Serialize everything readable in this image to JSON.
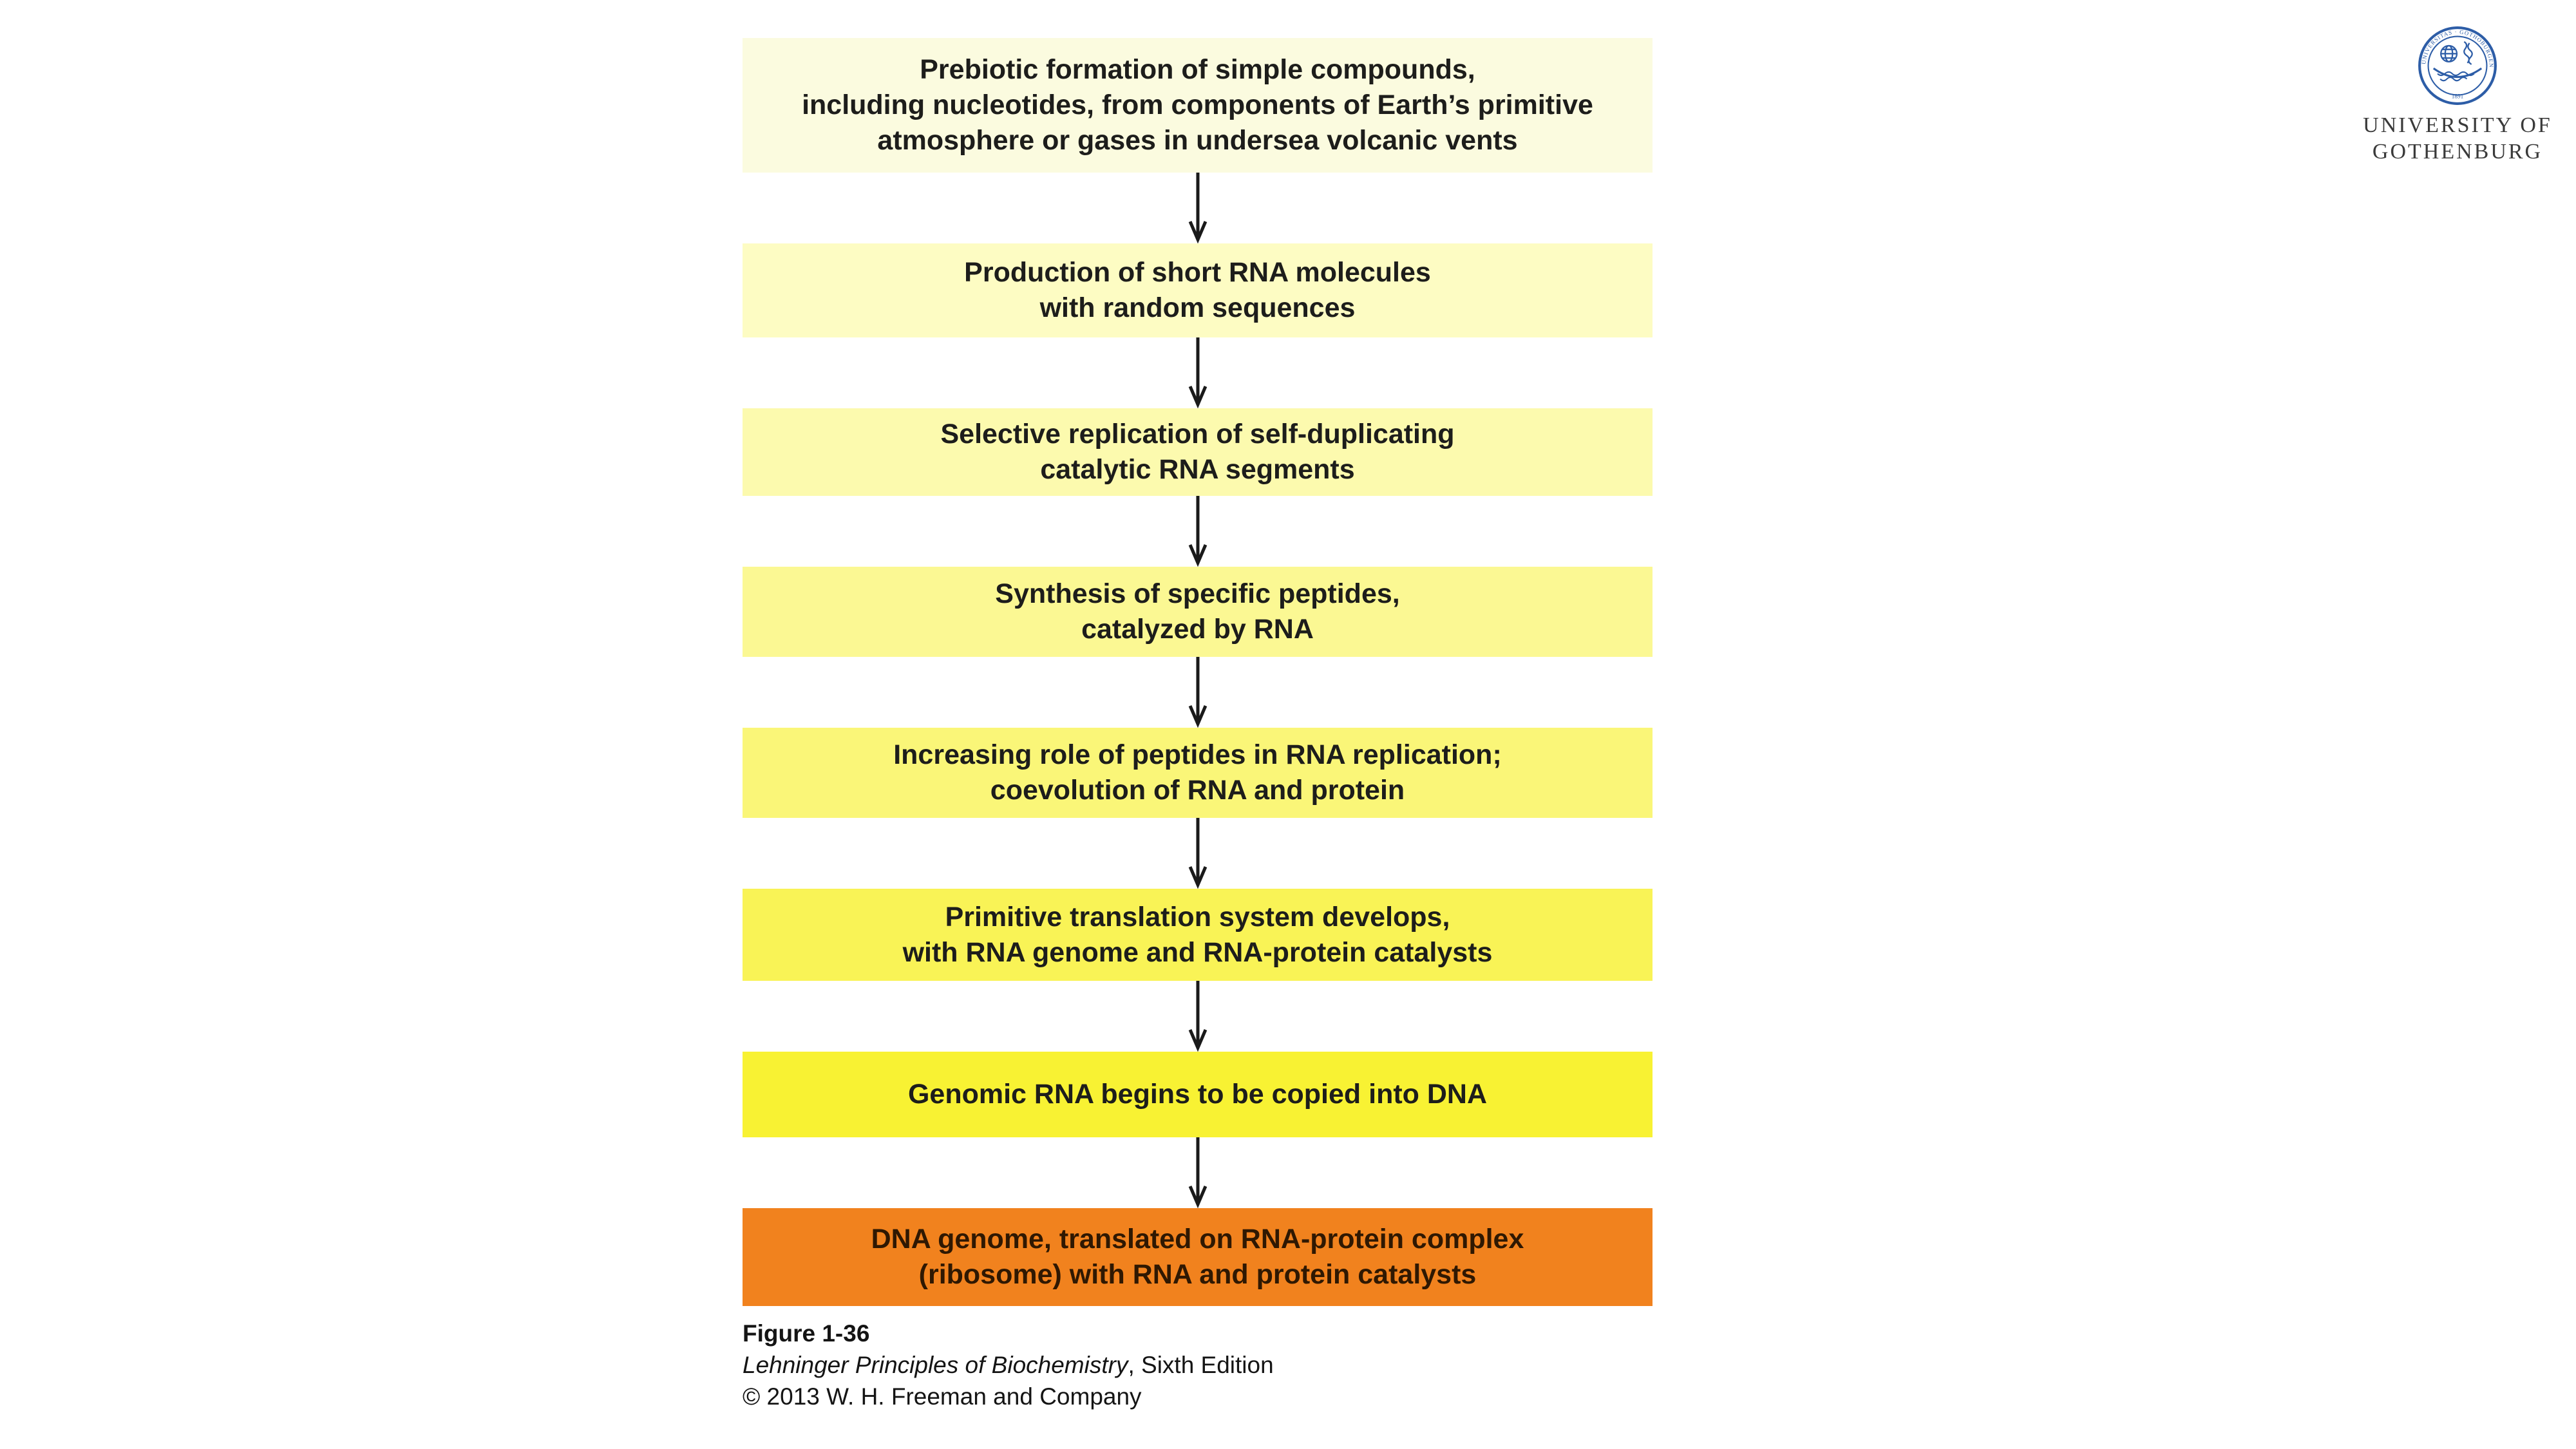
{
  "flowchart": {
    "arrow_color": "#1a1a1a",
    "boxes": [
      {
        "label": "Prebiotic formation of simple compounds,\nincluding nucleotides, from components of Earth’s primitive\natmosphere or gases in undersea volcanic vents",
        "bg": "#fbfbdf",
        "text_color": "#1d1d1b"
      },
      {
        "label": "Production of short RNA molecules\nwith random sequences",
        "bg": "#fdfcc3",
        "text_color": "#1d1d1b"
      },
      {
        "label": "Selective replication of self-duplicating\ncatalytic RNA segments",
        "bg": "#fcfaae",
        "text_color": "#1d1d1b"
      },
      {
        "label": "Synthesis of specific peptides,\ncatalyzed by RNA",
        "bg": "#fbf893",
        "text_color": "#1d1d1b"
      },
      {
        "label": "Increasing role of peptides in RNA replication;\ncoevolution of RNA and protein",
        "bg": "#faf678",
        "text_color": "#1d1d1b"
      },
      {
        "label": "Primitive translation system develops,\nwith RNA genome and RNA-protein catalysts",
        "bg": "#f9f356",
        "text_color": "#1d1d1b"
      },
      {
        "label": "Genomic RNA begins to be copied into DNA",
        "bg": "#f8f233",
        "text_color": "#1d1d1b"
      },
      {
        "label": "DNA genome, translated on RNA-protein complex\n(ribosome) with RNA and protein catalysts",
        "bg": "#f1821e",
        "text_color": "#2f1802"
      }
    ]
  },
  "caption": {
    "figure_label": "Figure 1-36",
    "book_title": "Lehninger Principles of Biochemistry",
    "edition_suffix": ", Sixth Edition",
    "copyright": "© 2013 W. H. Freeman and Company"
  },
  "logo": {
    "line1": "UNIVERSITY OF",
    "line2": "GOTHENBURG",
    "seal_ring_text": "UNIVERSITAS · GOTHOBURGENSIS",
    "seal_year": "1891",
    "seal_color": "#2d5da7"
  }
}
